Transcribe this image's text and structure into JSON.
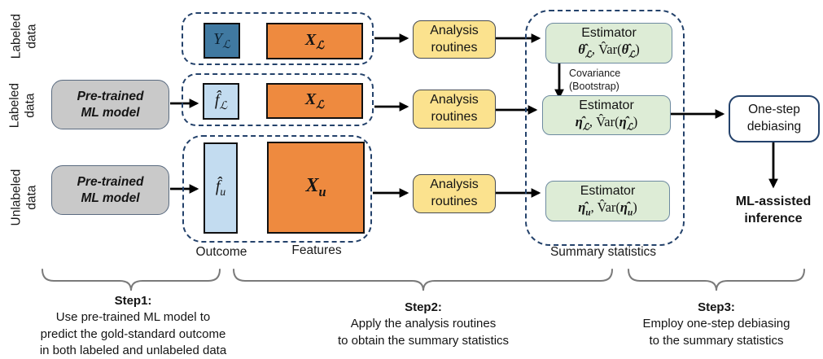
{
  "colors": {
    "navy": "#24426b",
    "orange": "#ee8a3f",
    "steel": "#4079a1",
    "lightblue": "#c3dcf0",
    "graybox": "#c9c9c9",
    "yellow": "#fbe28e",
    "green": "#ddecd6",
    "brace": "#7a7a7a"
  },
  "side_labels": {
    "row1": "Labeled\ndata",
    "row2": "Labeled\ndata",
    "row3": "Unlabeled\ndata"
  },
  "model_box_label": "Pre-trained\nML model",
  "blocks": {
    "y_l": {
      "main": "Y",
      "sub": "ℒ"
    },
    "x_l1": {
      "main": "X",
      "sub": "ℒ"
    },
    "f_l": {
      "main": "f̂",
      "sub": "ℒ"
    },
    "x_l2": {
      "main": "X",
      "sub": "ℒ"
    },
    "f_u": {
      "main": "f̂",
      "sub": "u"
    },
    "x_u": {
      "main": "X",
      "sub": "u"
    }
  },
  "analysis_label": "Analysis\nroutines",
  "estimators": [
    {
      "title": "Estimator",
      "parts": [
        "θ̂",
        "ℒ",
        ", ",
        "V̂ar",
        "(",
        "θ̂",
        "ℒ",
        ")"
      ]
    },
    {
      "title": "Estimator",
      "parts": [
        "η̂",
        "ℒ",
        ", ",
        "V̂ar",
        "(",
        "η̂",
        "ℒ",
        ")"
      ]
    },
    {
      "title": "Estimator",
      "parts": [
        "η̂",
        "u",
        ", ",
        "V̂ar",
        "(",
        "η̂",
        "u",
        ")"
      ]
    }
  ],
  "covariance_label": "Covariance\n(Bootstrap)",
  "debias_label": "One-step\ndebiasing",
  "final_label": "ML-assisted\ninference",
  "section_labels": {
    "outcome": "Outcome",
    "features": "Features",
    "summary": "Summary statistics"
  },
  "steps": [
    {
      "title": "Step1:",
      "body": "Use pre-trained ML model to\npredict the gold-standard outcome\nin both labeled and unlabeled data"
    },
    {
      "title": "Step2:",
      "body": "Apply the analysis routines\nto obtain the summary statistics"
    },
    {
      "title": "Step3:",
      "body": "Employ one-step debiasing\nto the summary statistics"
    }
  ]
}
